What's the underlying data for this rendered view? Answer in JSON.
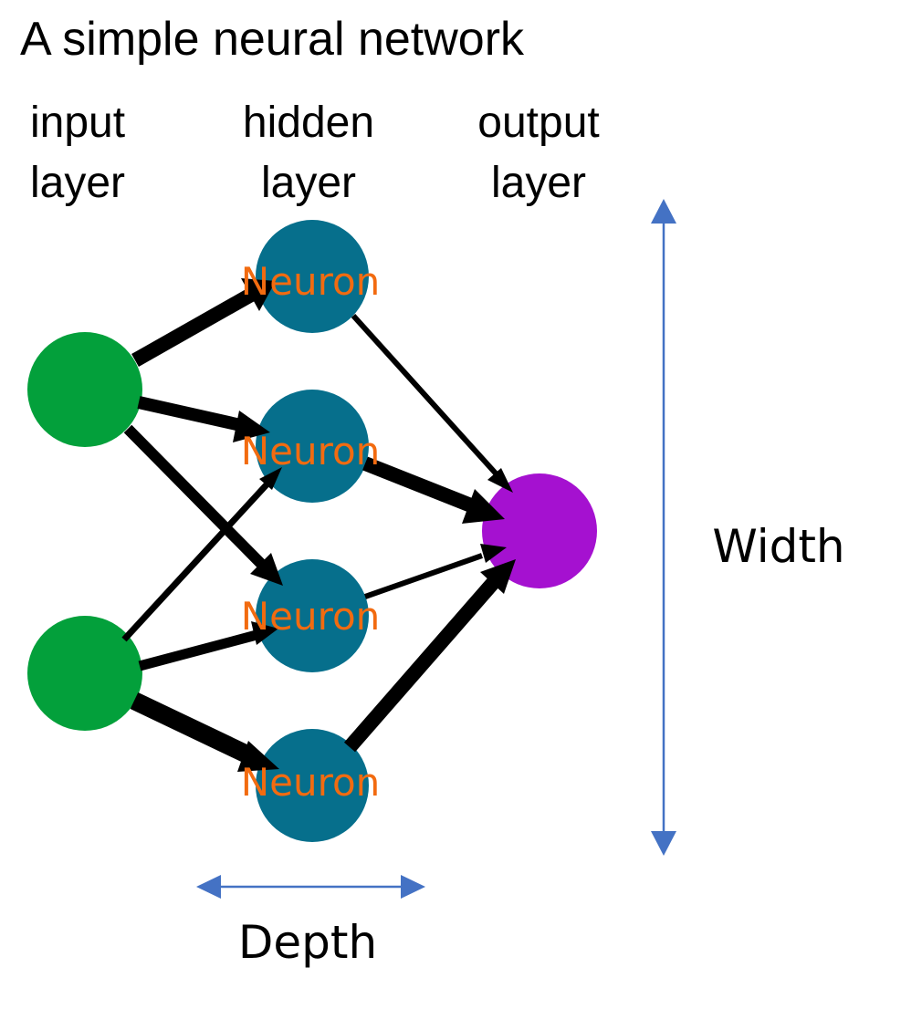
{
  "diagram": {
    "title": "A simple neural network",
    "layers": {
      "input": {
        "line1": "input",
        "line2": "layer"
      },
      "hidden": {
        "line1": "hidden",
        "line2": "layer"
      },
      "output": {
        "line1": "output",
        "line2": "layer"
      }
    },
    "neuron_labels": [
      "Neuron",
      "Neuron",
      "Neuron",
      "Neuron"
    ],
    "dimensions": {
      "width_label": "Width",
      "depth_label": "Depth"
    },
    "colors": {
      "input_node": "#03a03b",
      "hidden_node": "#066f8c",
      "output_node": "#a511d0",
      "neuron_label": "#f26b10",
      "dimension_arrow": "#4472c4",
      "connection": "#000000"
    }
  }
}
